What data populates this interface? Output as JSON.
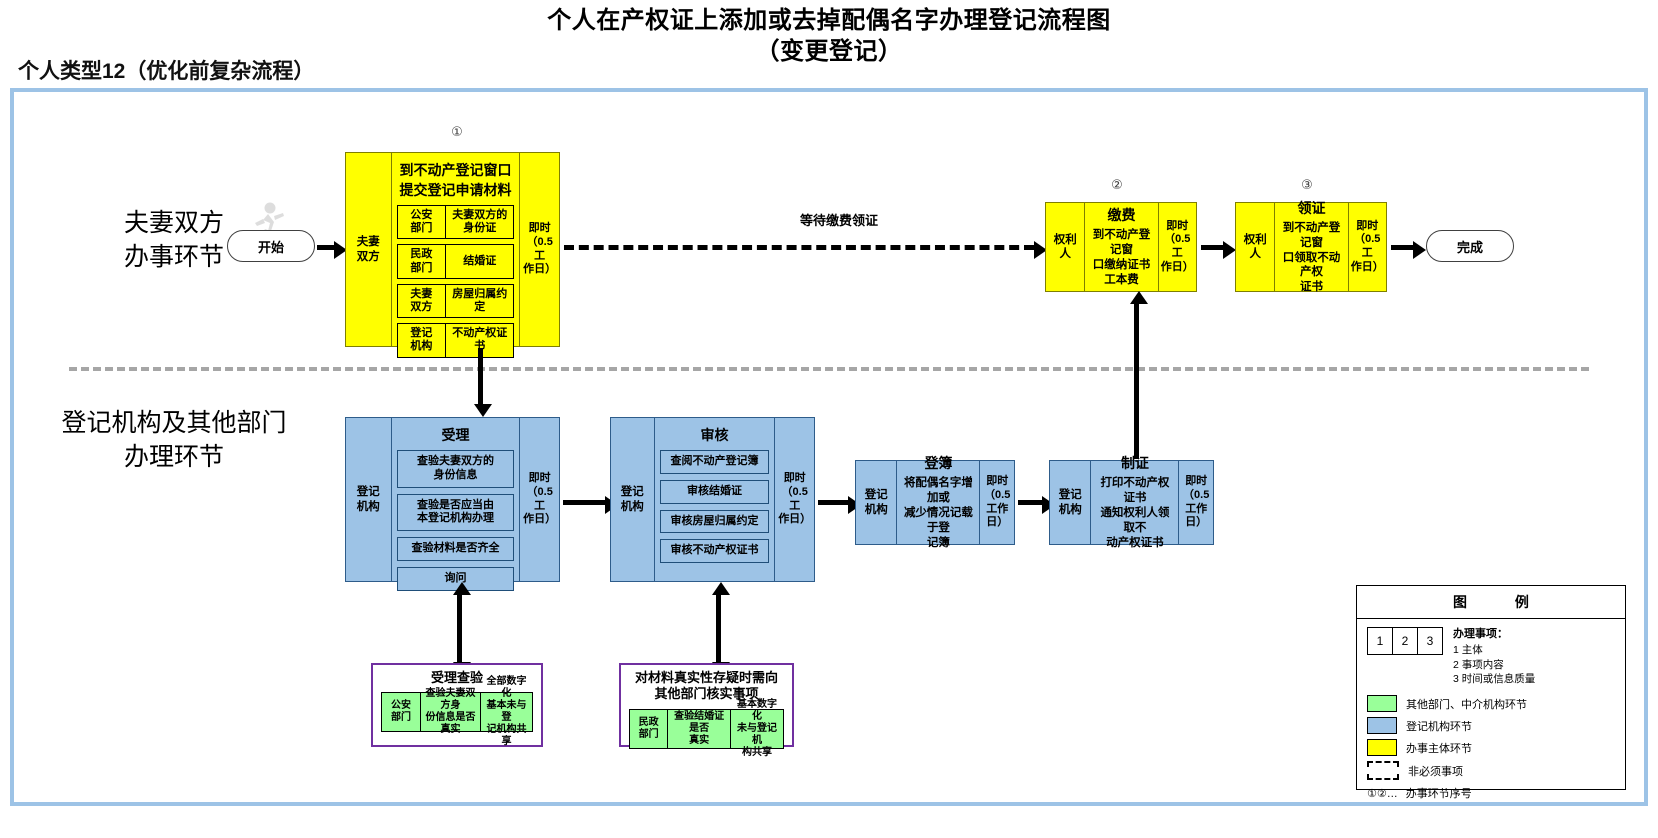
{
  "header": {
    "title_line1": "个人在产权证上添加或去掉配偶名字办理登记流程图",
    "title_line2": "（变更登记）",
    "subtitle": "个人类型12（优化前复杂流程）"
  },
  "lanes": {
    "top_label_line1": "夫妻双方",
    "top_label_line2": "办事环节",
    "bottom_label_line1": "登记机构及其他部门",
    "bottom_label_line2": "办理环节"
  },
  "nodes": {
    "start": "开始",
    "end": "完成",
    "wait_label": "等待缴费领证"
  },
  "step_numbers": {
    "s1": "①",
    "s2": "②",
    "s3": "③"
  },
  "apply_box": {
    "step": "①",
    "actor": "夫妻\n双方",
    "title": "到不动产登记窗口\n提交登记申请材料",
    "rows": [
      {
        "left": "公安\n部门",
        "right": "夫妻双方的\n身份证"
      },
      {
        "left": "民政\n部门",
        "right": "结婚证"
      },
      {
        "left": "夫妻\n双方",
        "right": "房屋归属约定"
      },
      {
        "left": "登记\n机构",
        "right": "不动产权证书"
      }
    ],
    "time": "即时\n（0.5工\n作日）"
  },
  "pay_box": {
    "step": "②",
    "actor": "权利人",
    "title": "缴费",
    "text": "到不动产登记窗\n口缴纳证书\n工本费",
    "time": "即时\n（0.5工\n作日）"
  },
  "collect_box": {
    "step": "③",
    "actor": "权利人",
    "title": "领证",
    "text": "到不动产登记窗\n口领取不动产权\n证书",
    "time": "即时\n（0.5工\n作日）"
  },
  "accept_box": {
    "actor": "登记\n机构",
    "title": "受理",
    "items": [
      "查验夫妻双方的\n身份信息",
      "查验是否应当由\n本登记机构办理",
      "查验材料是否齐全",
      "询问"
    ],
    "time": "即时\n（0.5工\n作日）"
  },
  "review_box": {
    "actor": "登记\n机构",
    "title": "审核",
    "items": [
      "查阅不动产登记簿",
      "审核结婚证",
      "审核房屋归属约定",
      "审核不动产权证书"
    ],
    "time": "即时\n（0.5工\n作日）"
  },
  "record_box": {
    "actor": "登记\n机构",
    "title": "登簿",
    "text": "将配偶名字增加或\n减少情况记载于登\n记簿",
    "time": "即时\n（0.5\n工作\n日）"
  },
  "certify_box": {
    "actor": "登记\n机构",
    "title": "制证",
    "text": "打印不动产权证书\n通知权利人领取不\n动产权证书",
    "time": "即时\n（0.5\n工作\n日）"
  },
  "verify_box": {
    "title": "受理查验",
    "cells": [
      "公安\n部门",
      "查验夫妻双方身\n份信息是否真实",
      "全部数字化\n基本未与登\n记机构共享"
    ]
  },
  "confirm_box": {
    "title": "对材料真实性存疑时需向\n其他部门核实事项",
    "cells": [
      "民政\n部门",
      "查验结婚证是否\n真实",
      "基本数字化\n未与登记机\n构共享"
    ]
  },
  "legend": {
    "title": "图 例",
    "numbers": [
      "1",
      "2",
      "3"
    ],
    "note_title": "办理事项：",
    "note_lines": [
      "1 主体",
      "2 事项内容",
      "3 时间或信息质量"
    ],
    "rows": [
      {
        "swatch": "green",
        "label": "其他部门、中介机构环节"
      },
      {
        "swatch": "blue",
        "label": "登记机构环节"
      },
      {
        "swatch": "yellow",
        "label": "办事主体环节"
      },
      {
        "swatch": "dashed",
        "label": "非必须事项"
      }
    ],
    "seq_symbol": "①②…",
    "seq_label": "办事环节序号"
  },
  "colors": {
    "yellow": "#ffff00",
    "blue": "#9dc3e6",
    "green": "#99ff99",
    "purple": "#7030a0",
    "frame": "#9dc3e6"
  }
}
